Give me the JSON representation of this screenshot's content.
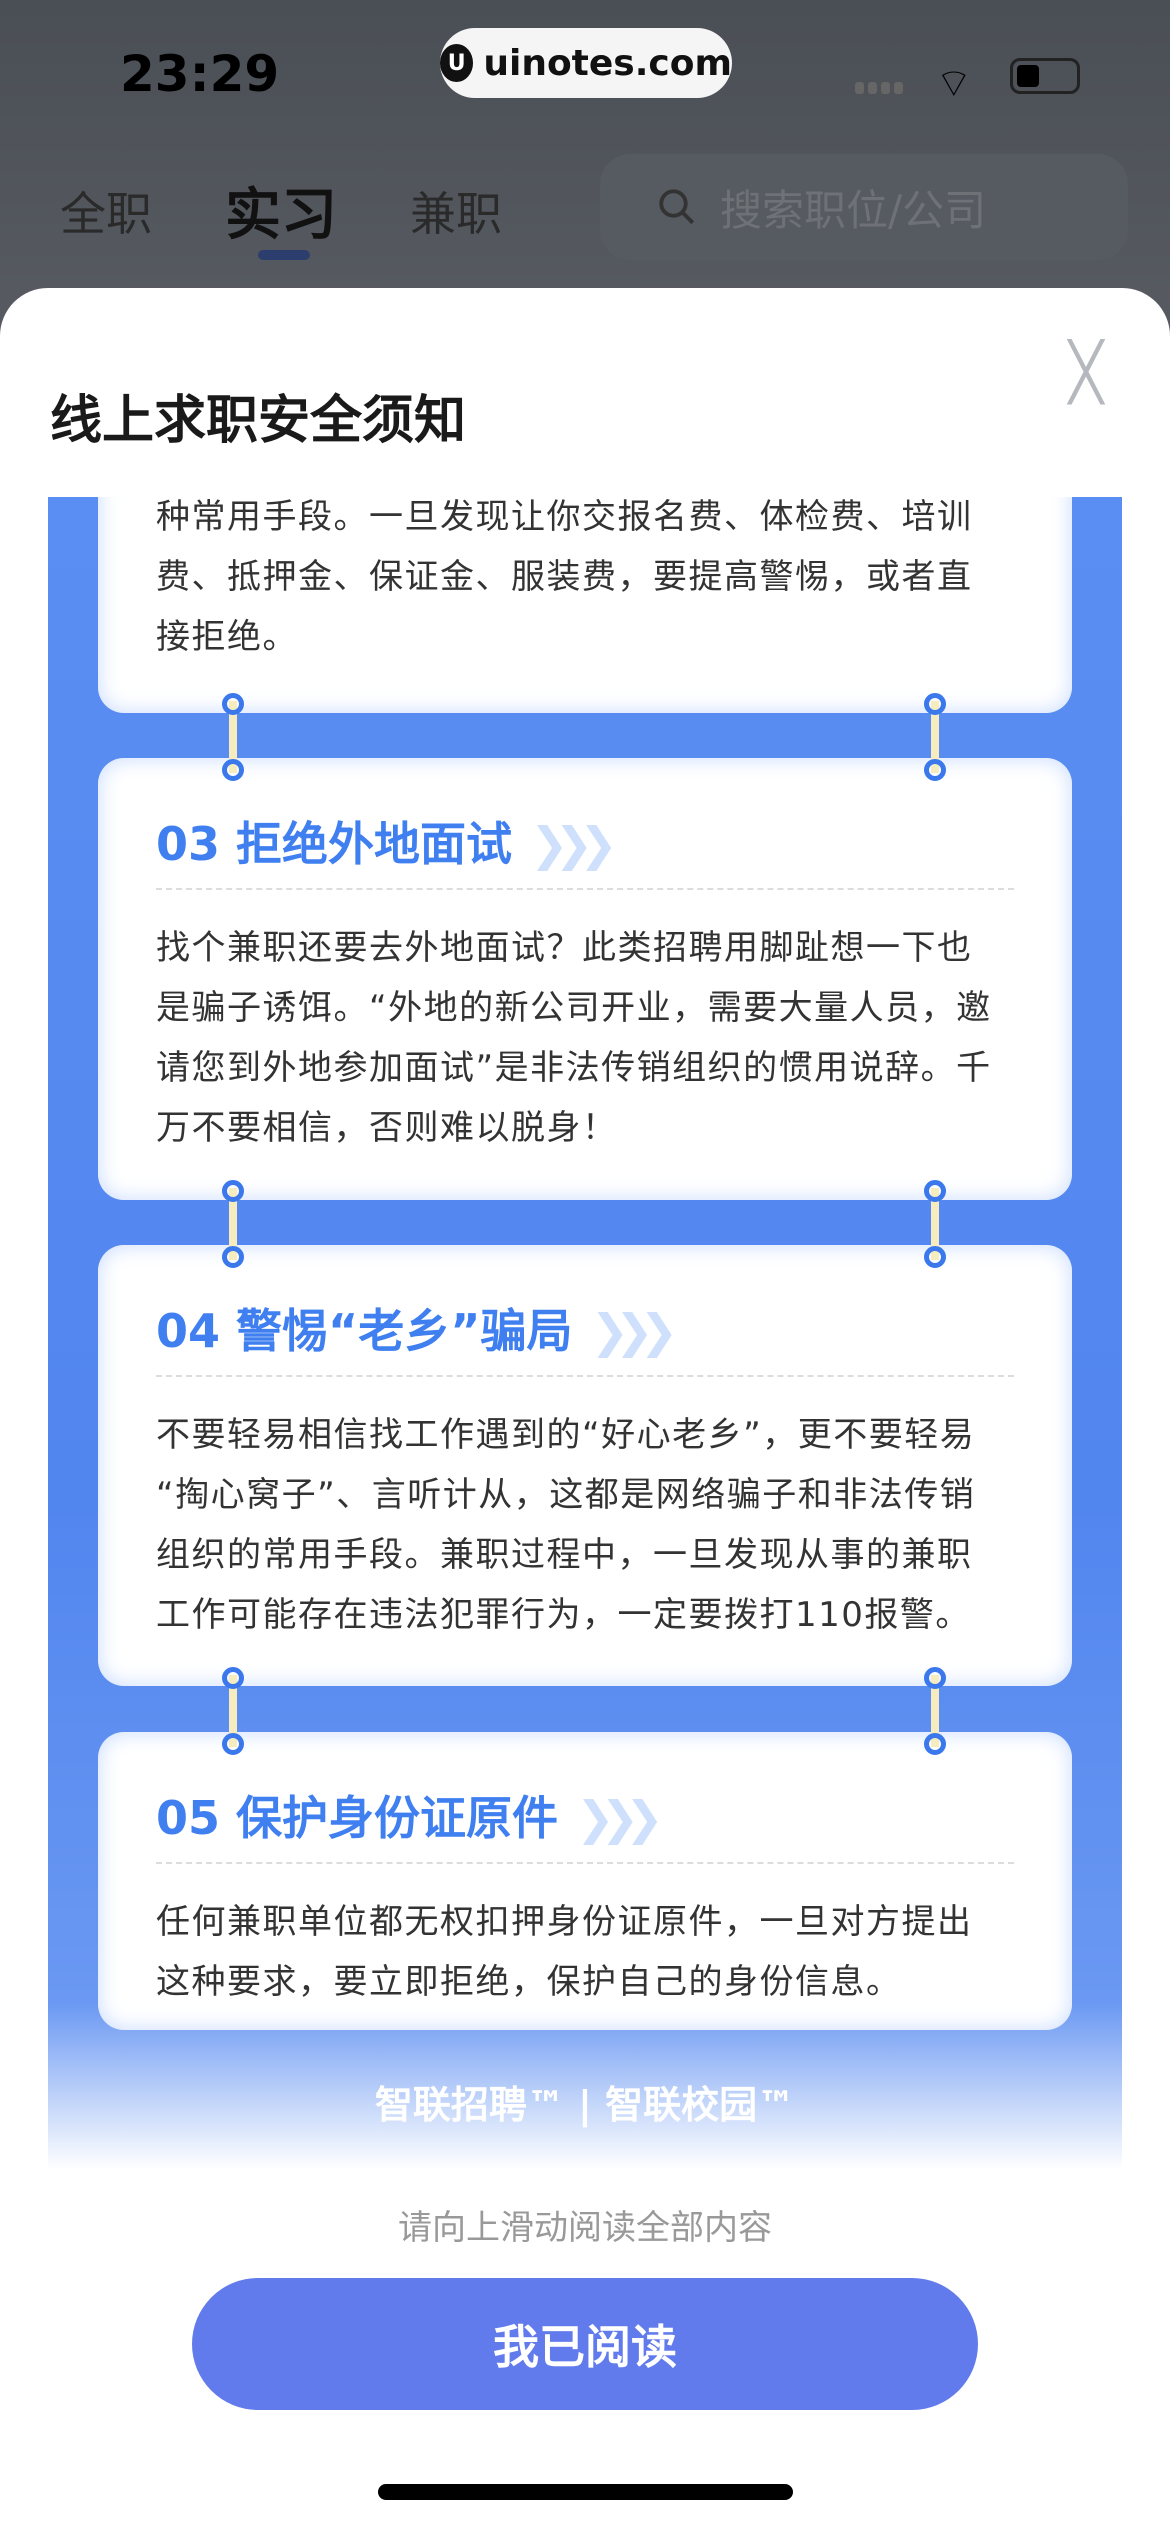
{
  "status": {
    "time": "23:29",
    "watermark": "uinotes.com"
  },
  "tabs": [
    {
      "label": "全职"
    },
    {
      "label": "实习",
      "active": true
    },
    {
      "label": "兼职"
    }
  ],
  "search": {
    "placeholder": "搜索职位/公司"
  },
  "modal": {
    "title": "线上求职安全须知",
    "cards": [
      {
        "heading": "",
        "lines": [
          "种常用手段。一旦发现让你交报名费、体检费、培训",
          "费、抵押金、保证金、服装费，要提高警惕，或者直",
          "接拒绝。"
        ]
      },
      {
        "heading": "03 拒绝外地面试",
        "lines": [
          "找个兼职还要去外地面试？此类招聘用脚趾想一下也",
          "是骗子诱饵。“外地的新公司开业，需要大量人员，邀",
          "请您到外地参加面试”是非法传销组织的惯用说辞。千",
          "万不要相信，否则难以脱身！"
        ]
      },
      {
        "heading": "04 警惕“老乡”骗局",
        "lines": [
          "不要轻易相信找工作遇到的“好心老乡”，更不要轻易",
          "“掏心窝子”、言听计从，这都是网络骗子和非法传销",
          "组织的常用手段。兼职过程中，一旦发现从事的兼职",
          "工作可能存在违法犯罪行为，一定要拨打110报警。"
        ]
      },
      {
        "heading": "05 保护身份证原件",
        "lines": [
          "任何兼职单位都无权扣押身份证原件，一旦对方提出",
          "这种要求，要立即拒绝，保护自己的身份信息。"
        ]
      }
    ],
    "logo": "智联招聘™ | 智联校园™",
    "hint": "请向上滑动阅读全部内容",
    "confirm_button": "我已阅读"
  },
  "colors": {
    "accent": "#627bec",
    "panel": "#5286ef",
    "heading": "#3f7ff0"
  }
}
